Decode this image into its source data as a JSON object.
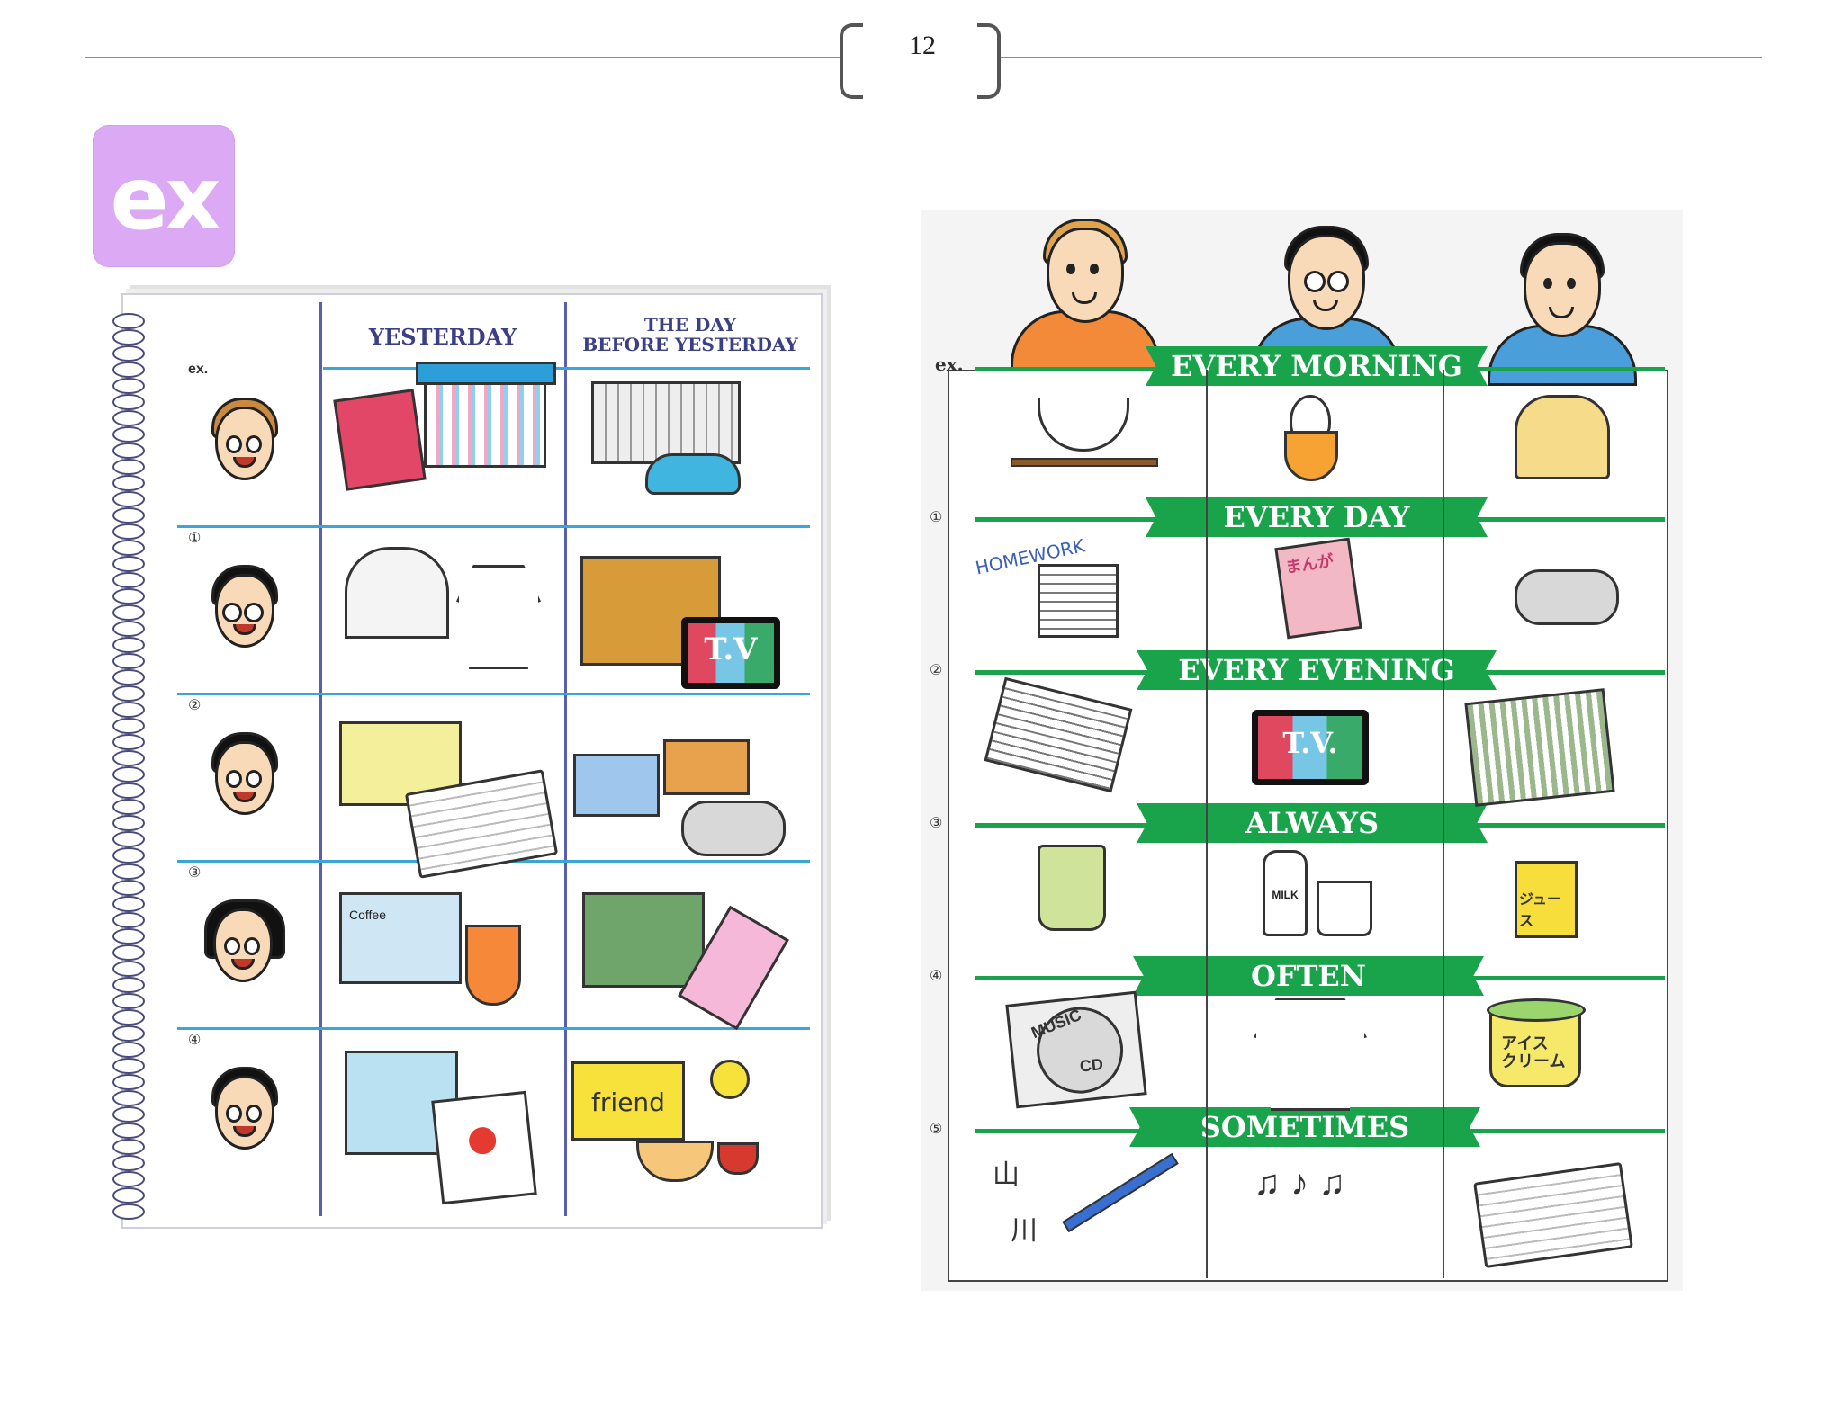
{
  "page": {
    "number": "12",
    "badge_label": "ex"
  },
  "left_notebook": {
    "columns": [
      "YESTERDAY",
      "THE DAY\nBEFORE YESTERDAY"
    ],
    "row_labels": [
      "ex.",
      "①",
      "②",
      "③",
      "④"
    ],
    "labels": {
      "tv": "T.V",
      "friend": "friend",
      "coffee": "Coffee"
    }
  },
  "right_panel": {
    "ex_label": "ex.",
    "row_numbers": [
      "①",
      "②",
      "③",
      "④",
      "⑤"
    ],
    "banners": [
      "EVERY MORNING",
      "EVERY DAY",
      "EVERY EVENING",
      "ALWAYS",
      "OFTEN",
      "SOMETIMES"
    ],
    "labels": {
      "homework": "HOMEWORK",
      "manga": "まんが",
      "tv": "T.V.",
      "milk": "MILK",
      "juice": "ジュース",
      "music": "MUSIC",
      "cd": "CD",
      "icecream": "アイス\nクリーム",
      "kanji_mountain": "山",
      "kanji_river": "川"
    }
  },
  "colors": {
    "badge": "#dcaaf4",
    "banner_green": "#19a34a",
    "notebook_line": "#3aa5d8",
    "notebook_header": "#3b3f86"
  }
}
